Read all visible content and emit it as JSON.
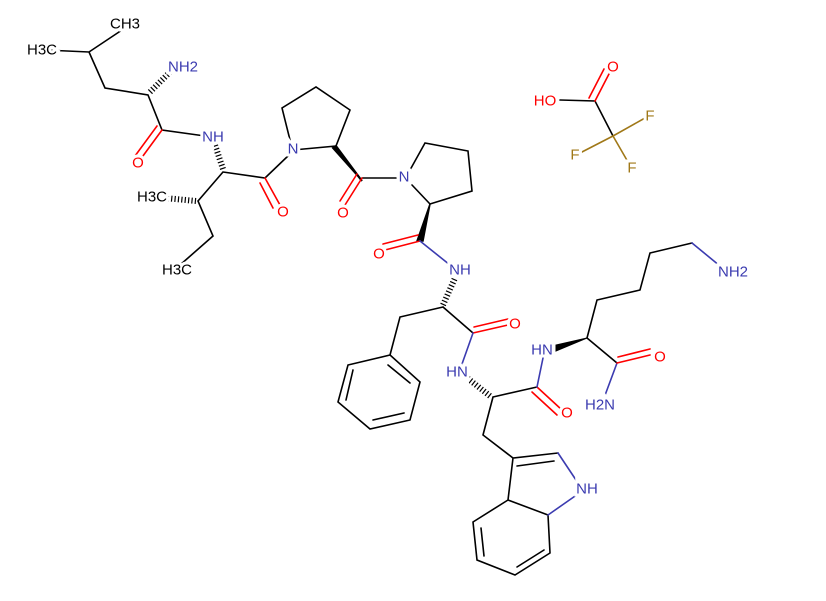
{
  "title": "Peptide (Leu-Ile-Pro-Pro-Phe-Trp-Lys-NH2) trifluoroacetate",
  "colors": {
    "carbon": "#000000",
    "nitrogen": "#3b3bb0",
    "oxygen": "#ff0000",
    "fluorine": "#a07818"
  },
  "labels": {
    "leu_ch3_top": "CH3",
    "leu_h3c": "H3C",
    "leu_nh2": "NH2",
    "leu_o": "O",
    "leu_ile_nh": "NH",
    "ile_h3c": "H3C",
    "ile_ch3": "H3C",
    "ile_o": "O",
    "pro1_n": "N",
    "pro1_o": "O",
    "pro2_n": "N",
    "pro2_o": "O",
    "phe_nh": "NH",
    "phe_o": "O",
    "trp_hn": "HN",
    "trp_o": "O",
    "trp_indole_nh": "NH",
    "lys_hn": "HN",
    "lys_o": "O",
    "lys_amide_nh2": "H2N",
    "lys_side_nh2": "NH2",
    "tfa_ho": "HO",
    "tfa_o": "O",
    "tfa_f1": "F",
    "tfa_f2": "F",
    "tfa_f3": "F"
  }
}
